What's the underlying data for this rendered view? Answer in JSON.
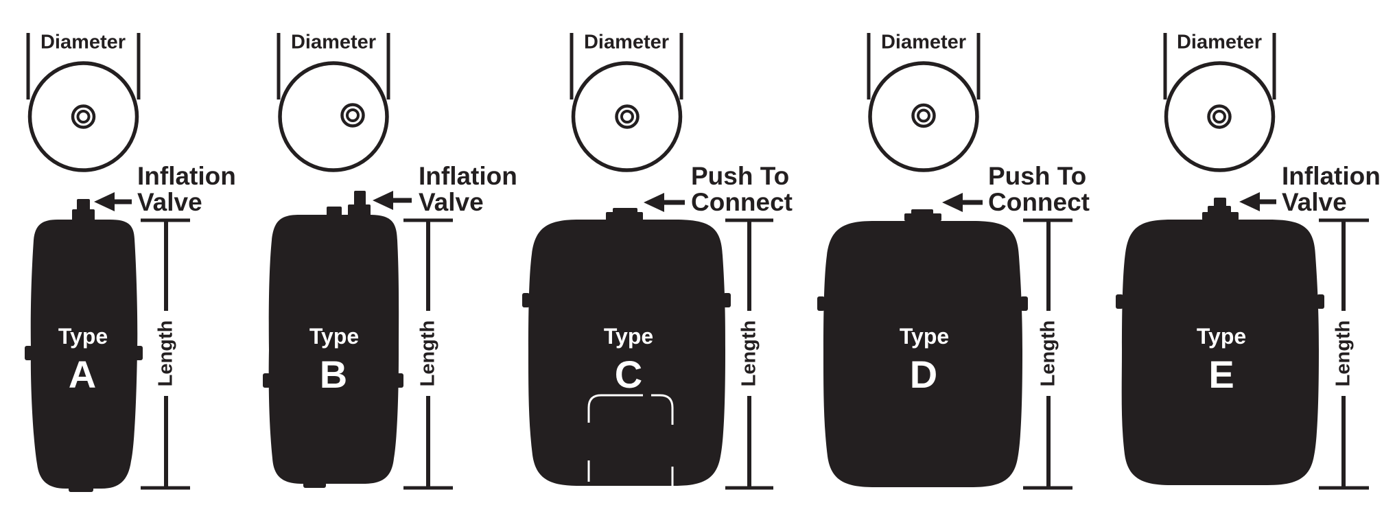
{
  "colors": {
    "ink": "#231f20",
    "paper": "#ffffff",
    "body_text": "#ffffff"
  },
  "units": [
    {
      "id": "A",
      "diameter_label": "Diameter",
      "annotation_line1": "Inflation",
      "annotation_line2": "Valve",
      "type_word": "Type",
      "type_letter": "A",
      "length_label": "Length"
    },
    {
      "id": "B",
      "diameter_label": "Diameter",
      "annotation_line1": "Inflation",
      "annotation_line2": "Valve",
      "type_word": "Type",
      "type_letter": "B",
      "length_label": "Length"
    },
    {
      "id": "C",
      "diameter_label": "Diameter",
      "annotation_line1": "Push To",
      "annotation_line2": "Connect",
      "type_word": "Type",
      "type_letter": "C",
      "length_label": "Length"
    },
    {
      "id": "D",
      "diameter_label": "Diameter",
      "annotation_line1": "Push To",
      "annotation_line2": "Connect",
      "type_word": "Type",
      "type_letter": "D",
      "length_label": "Length"
    },
    {
      "id": "E",
      "diameter_label": "Diameter",
      "annotation_line1": "Inflation",
      "annotation_line2": "Valve",
      "type_word": "Type",
      "type_letter": "E",
      "length_label": "Length"
    }
  ]
}
